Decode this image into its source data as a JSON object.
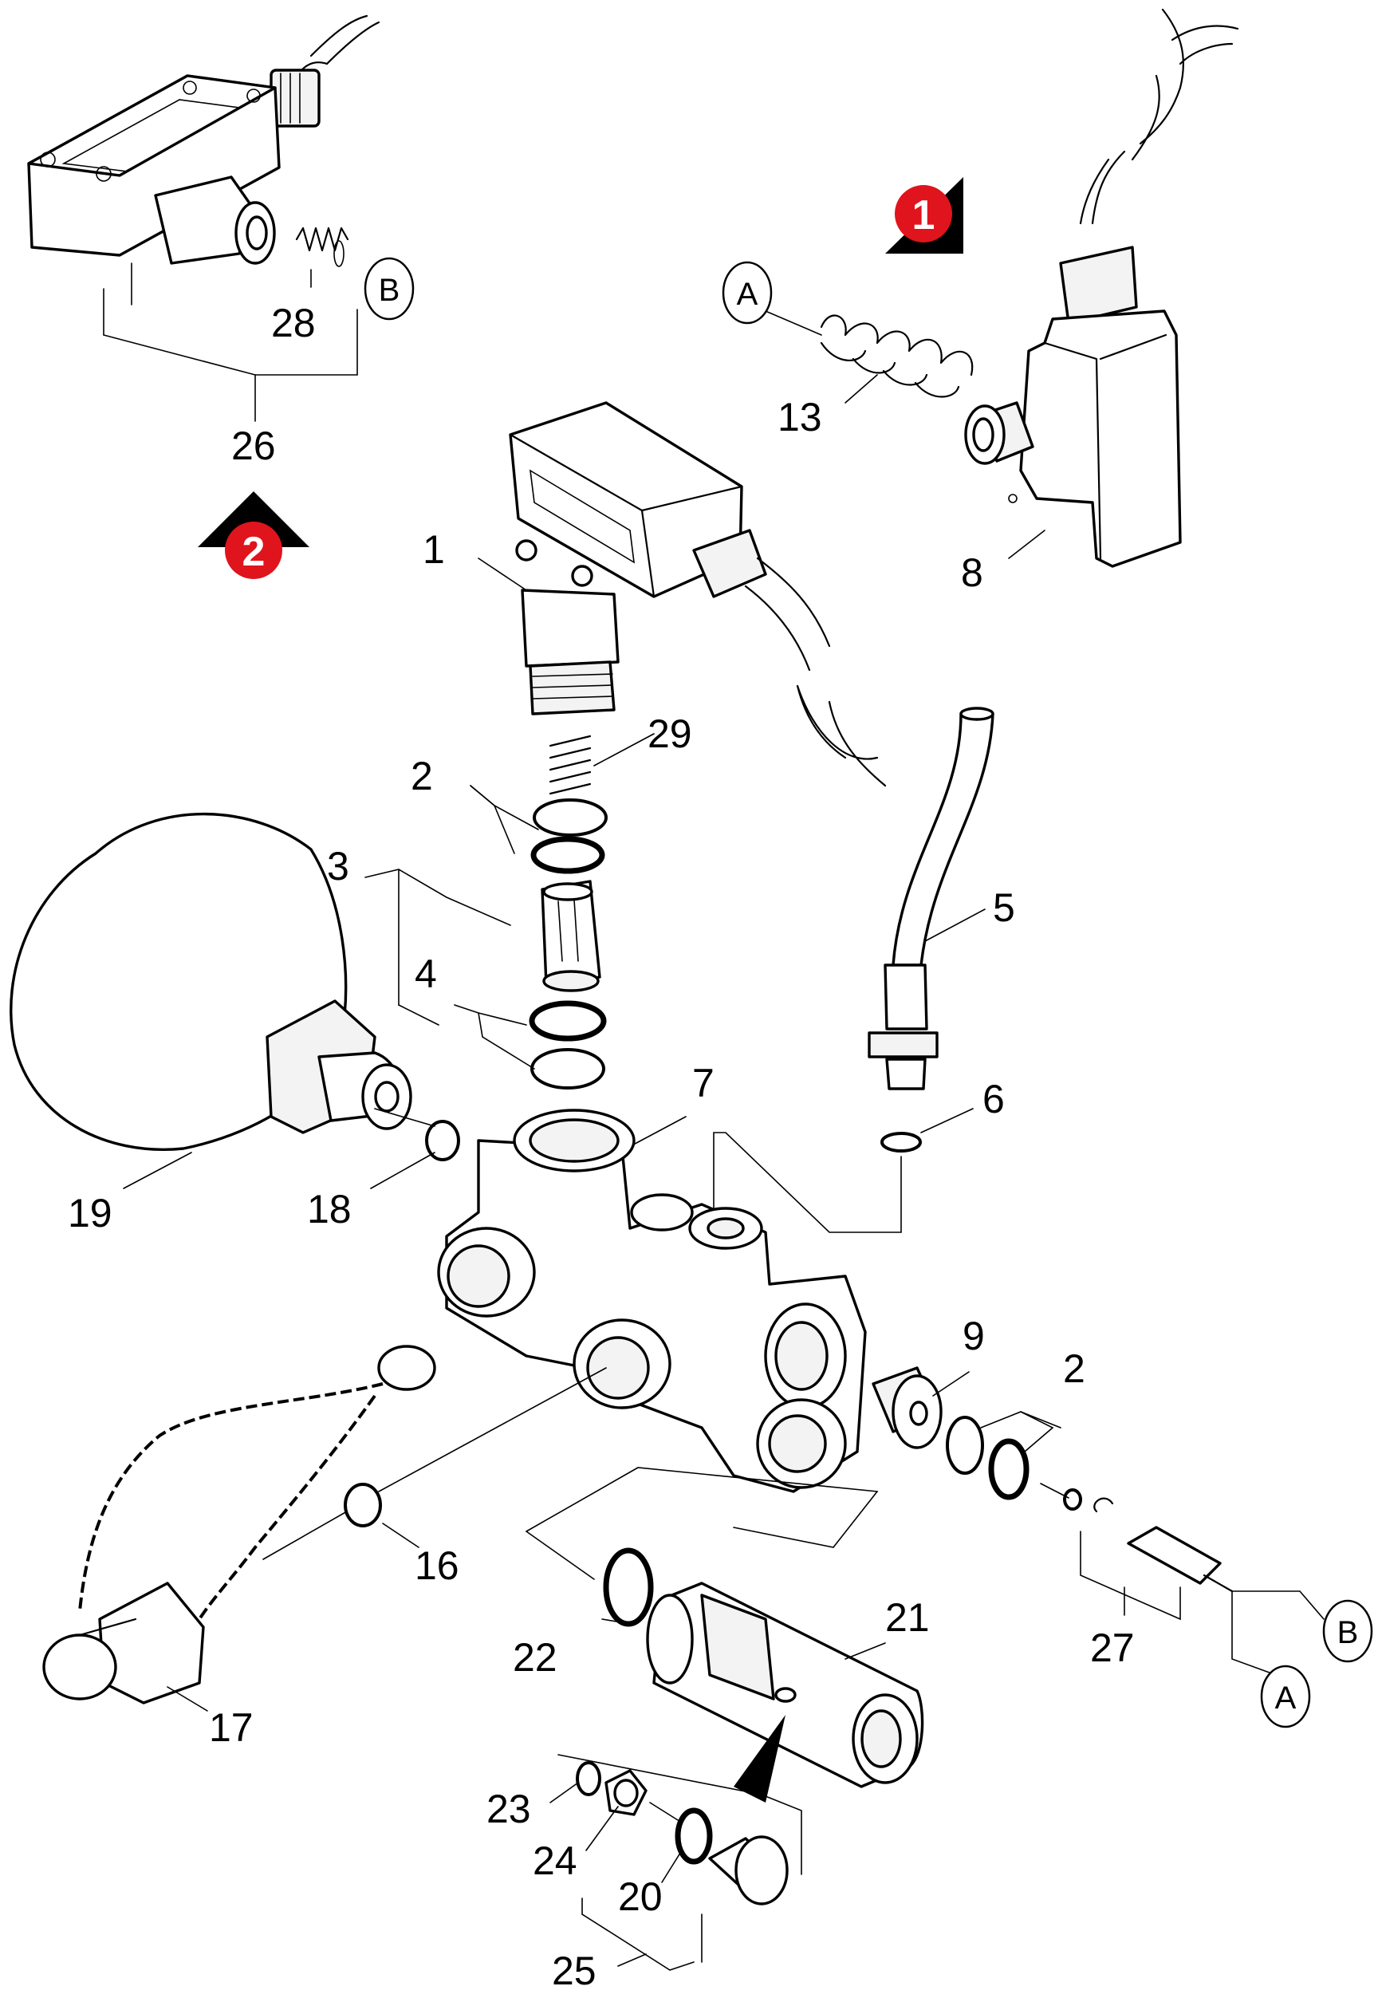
{
  "badges": [
    {
      "id": "badge-1",
      "text": "1"
    },
    {
      "id": "badge-2",
      "text": "2"
    }
  ],
  "connectors": [
    {
      "id": "ref-a-top",
      "text": "A"
    },
    {
      "id": "ref-b-top",
      "text": "B"
    },
    {
      "id": "ref-b-right",
      "text": "B"
    },
    {
      "id": "ref-a-right",
      "text": "A"
    }
  ],
  "labels": [
    {
      "id": "label-26",
      "text": "26"
    },
    {
      "id": "label-28",
      "text": "28"
    },
    {
      "id": "label-13",
      "text": "13"
    },
    {
      "id": "label-8",
      "text": "8"
    },
    {
      "id": "label-1",
      "text": "1"
    },
    {
      "id": "label-29",
      "text": "29"
    },
    {
      "id": "label-2-upper",
      "text": "2"
    },
    {
      "id": "label-3",
      "text": "3"
    },
    {
      "id": "label-4",
      "text": "4"
    },
    {
      "id": "label-5",
      "text": "5"
    },
    {
      "id": "label-6",
      "text": "6"
    },
    {
      "id": "label-7",
      "text": "7"
    },
    {
      "id": "label-19",
      "text": "19"
    },
    {
      "id": "label-18",
      "text": "18"
    },
    {
      "id": "label-9",
      "text": "9"
    },
    {
      "id": "label-2-lower",
      "text": "2"
    },
    {
      "id": "label-16",
      "text": "16"
    },
    {
      "id": "label-17",
      "text": "17"
    },
    {
      "id": "label-27",
      "text": "27"
    },
    {
      "id": "label-21",
      "text": "21"
    },
    {
      "id": "label-22",
      "text": "22"
    },
    {
      "id": "label-23",
      "text": "23"
    },
    {
      "id": "label-24",
      "text": "24"
    },
    {
      "id": "label-20",
      "text": "20"
    },
    {
      "id": "label-25",
      "text": "25"
    }
  ],
  "colors": {
    "badge": "#e0141c",
    "line": "#000000",
    "background": "#ffffff"
  }
}
